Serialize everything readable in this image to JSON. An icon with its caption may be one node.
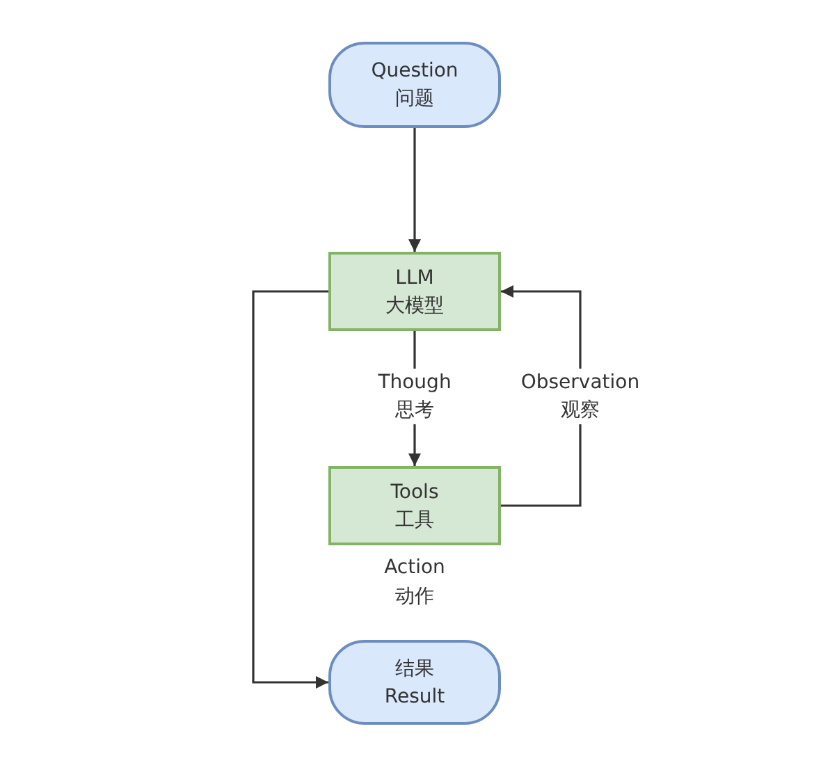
{
  "diagram": {
    "nodes": [
      {
        "text": [
          "Question",
          "问题"
        ]
      },
      {
        "text": [
          "LLM",
          "大模型"
        ]
      },
      {
        "text": [
          "Tools",
          "工具"
        ],
        "beside": [
          "Action",
          "动作"
        ]
      },
      {
        "text": [
          "结果",
          "Result"
        ]
      }
    ],
    "edges": [
      {
        "from": 0,
        "to": 1,
        "arrow": "to"
      },
      {
        "from": 1,
        "to": 2,
        "arrow": "to",
        "label": "Though 思考"
      },
      {
        "from": 2,
        "to": 1,
        "arrow": "to",
        "label": "Observation 观察"
      },
      {
        "from": 1,
        "to": 3,
        "arrow": "to"
      }
    ]
  }
}
